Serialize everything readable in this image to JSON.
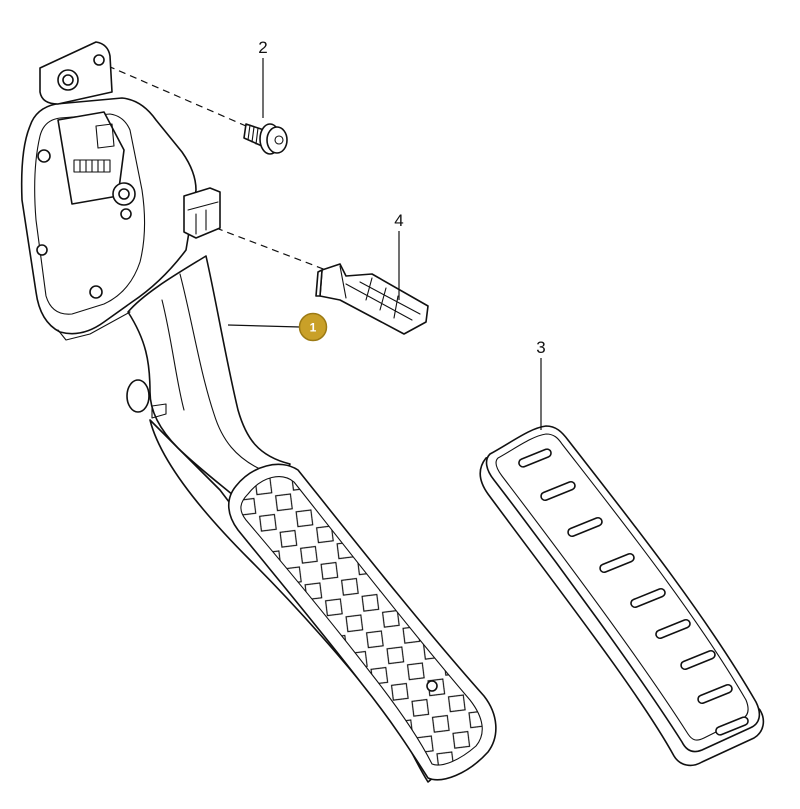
{
  "callouts": {
    "part_1": "1",
    "part_2": "2",
    "part_3": "3",
    "part_4": "4"
  },
  "colors": {
    "background": "#ffffff",
    "line": "#111111",
    "badge_fill": "#c9a028",
    "badge_stroke": "#9c7a14",
    "badge_text": "#ffffff"
  }
}
